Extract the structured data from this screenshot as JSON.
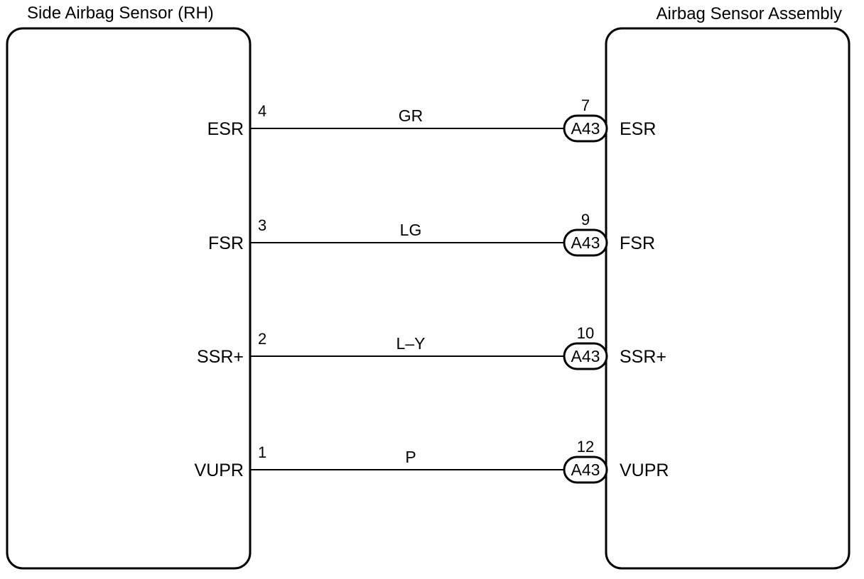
{
  "left_component": {
    "title": "Side Airbag Sensor (RH)"
  },
  "right_component": {
    "title": "Airbag Sensor Assembly"
  },
  "connections": [
    {
      "left_terminal": "ESR",
      "left_pin": "4",
      "wire_color": "GR",
      "right_pin": "7",
      "connector": "A43",
      "right_terminal": "ESR"
    },
    {
      "left_terminal": "FSR",
      "left_pin": "3",
      "wire_color": "LG",
      "right_pin": "9",
      "connector": "A43",
      "right_terminal": "FSR"
    },
    {
      "left_terminal": "SSR+",
      "left_pin": "2",
      "wire_color": "L–Y",
      "right_pin": "10",
      "connector": "A43",
      "right_terminal": "SSR+"
    },
    {
      "left_terminal": "VUPR",
      "left_pin": "1",
      "wire_color": "P",
      "right_pin": "12",
      "connector": "A43",
      "right_terminal": "VUPR"
    }
  ]
}
